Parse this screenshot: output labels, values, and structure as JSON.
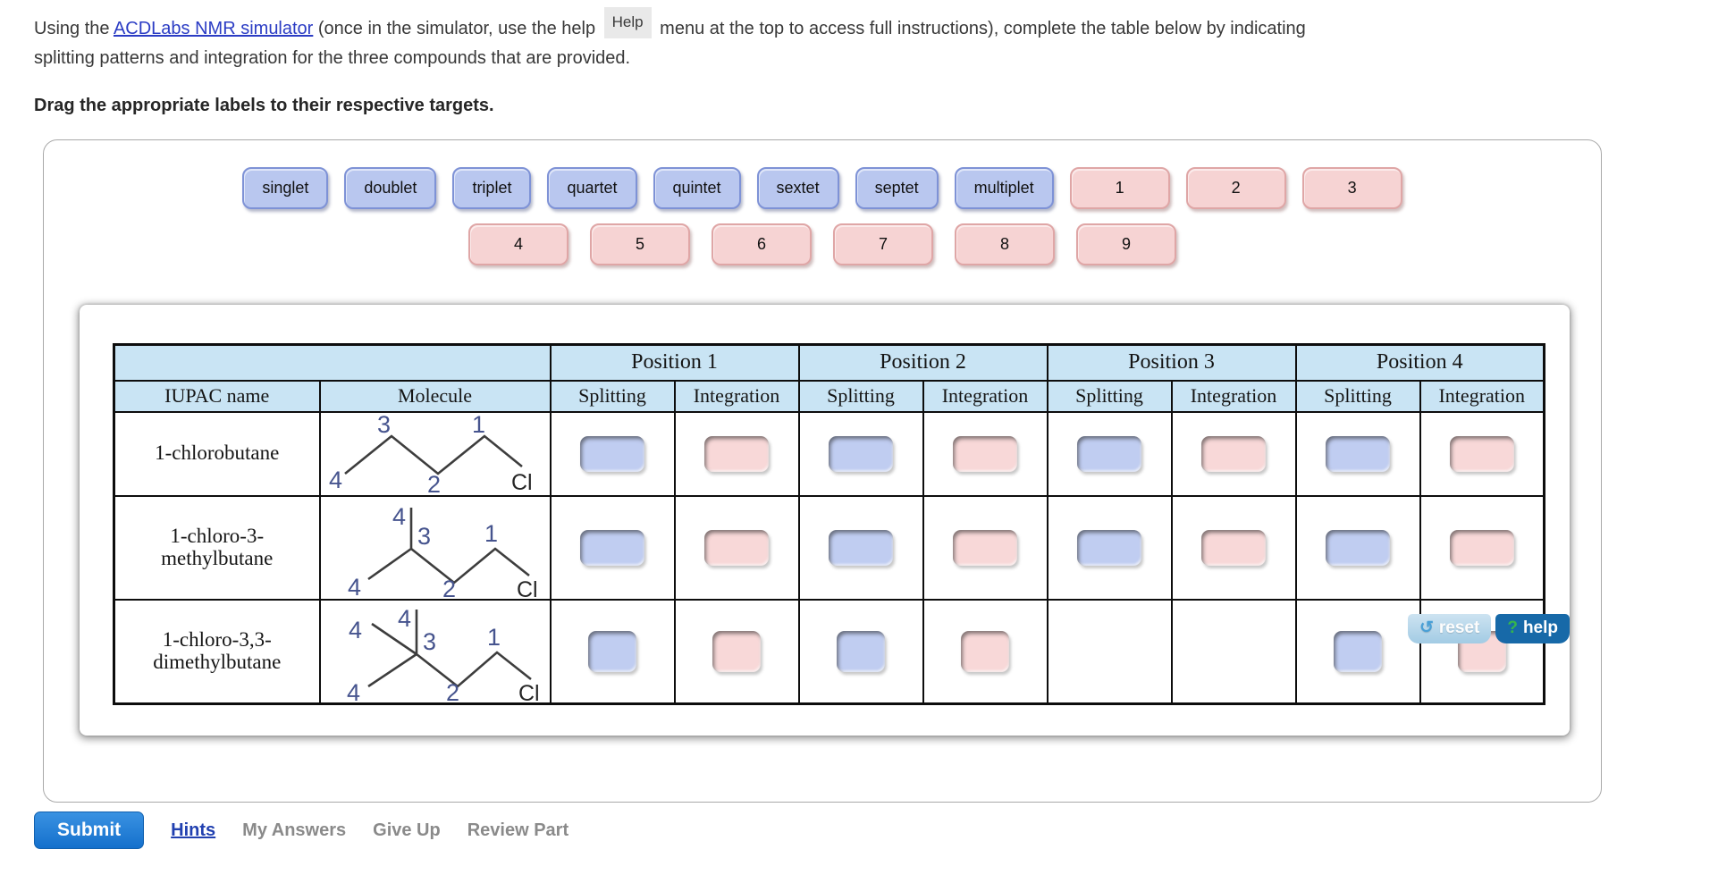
{
  "instructions": {
    "prefix": "Using the ",
    "link": "ACDLabs NMR simulator",
    "mid": " (once in the simulator, use the help ",
    "help_badge": "Help",
    "suffix": " menu at the top to access full instructions), complete the table below by indicating",
    "line2": "splitting patterns and integration for the three compounds that are provided.",
    "drag": "Drag the appropriate labels to their respective targets."
  },
  "labels": {
    "splitting": [
      "singlet",
      "doublet",
      "triplet",
      "quartet",
      "quintet",
      "sextet",
      "septet",
      "multiplet"
    ],
    "int_top": [
      "1",
      "2",
      "3"
    ],
    "int_bottom": [
      "4",
      "5",
      "6",
      "7",
      "8",
      "9"
    ]
  },
  "table": {
    "positions": [
      "Position 1",
      "Position 2",
      "Position 3",
      "Position 4"
    ],
    "iupac_header": "IUPAC name",
    "molecule_header": "Molecule",
    "splitting_header": "Splitting",
    "integration_header": "Integration",
    "rows": [
      {
        "line1": "1-chlorobutane",
        "line2": ""
      },
      {
        "line1": "1-chloro-3-",
        "line2": "methylbutane"
      },
      {
        "line1": "1-chloro-3,3-",
        "line2": "dimethylbutane"
      }
    ]
  },
  "atoms": {
    "c1": "1",
    "c2": "2",
    "c3": "3",
    "c4": "4",
    "cl": "Cl"
  },
  "panel_buttons": {
    "reset": "reset",
    "reset_icon": "↺",
    "help": "help",
    "help_icon": "?"
  },
  "footer": {
    "submit": "Submit",
    "links": [
      "Hints",
      "My Answers",
      "Give Up",
      "Review Part"
    ]
  },
  "colors": {
    "splitting_label_bg": "#b9c7ef",
    "integration_label_bg": "#f6d3d3",
    "table_header_bg": "#c9e4f4",
    "target_blue": "#c0cdf1",
    "target_pink": "#f8d8d8",
    "link_blue": "#2b3cc4",
    "submit_blue": "#1470cc",
    "help_button_blue": "#1769a8",
    "reset_button_blue": "#a2cbe4"
  }
}
